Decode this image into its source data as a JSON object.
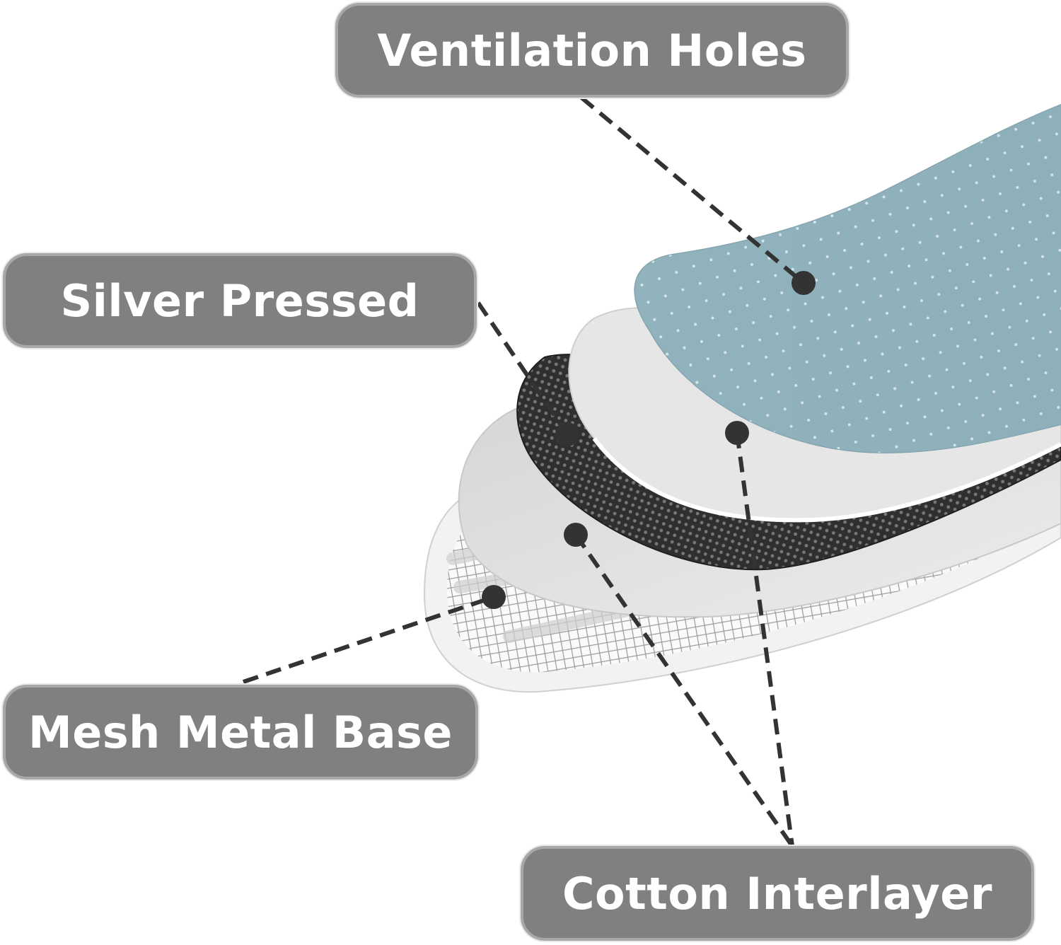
{
  "labels": {
    "ventilation": "Ventilation Holes",
    "silver": "Silver Pressed",
    "mesh": "Mesh Metal Base",
    "cotton": "Cotton Interlayer"
  },
  "colors": {
    "label_fill": "#808080",
    "label_border": "#a8a8a8",
    "label_text": "#ffffff",
    "leader_line": "#333333",
    "top_layer": "#8fb1bc",
    "cotton_layer": "#e4e4e4",
    "silver_layer": "#3a3a3a",
    "mesh_frame": "#f4f4f4"
  },
  "layers_bottom_to_top": [
    "mesh-metal-base",
    "cotton-interlayer-lower",
    "silver-pressed",
    "cotton-interlayer-upper",
    "ventilation-top-layer"
  ]
}
